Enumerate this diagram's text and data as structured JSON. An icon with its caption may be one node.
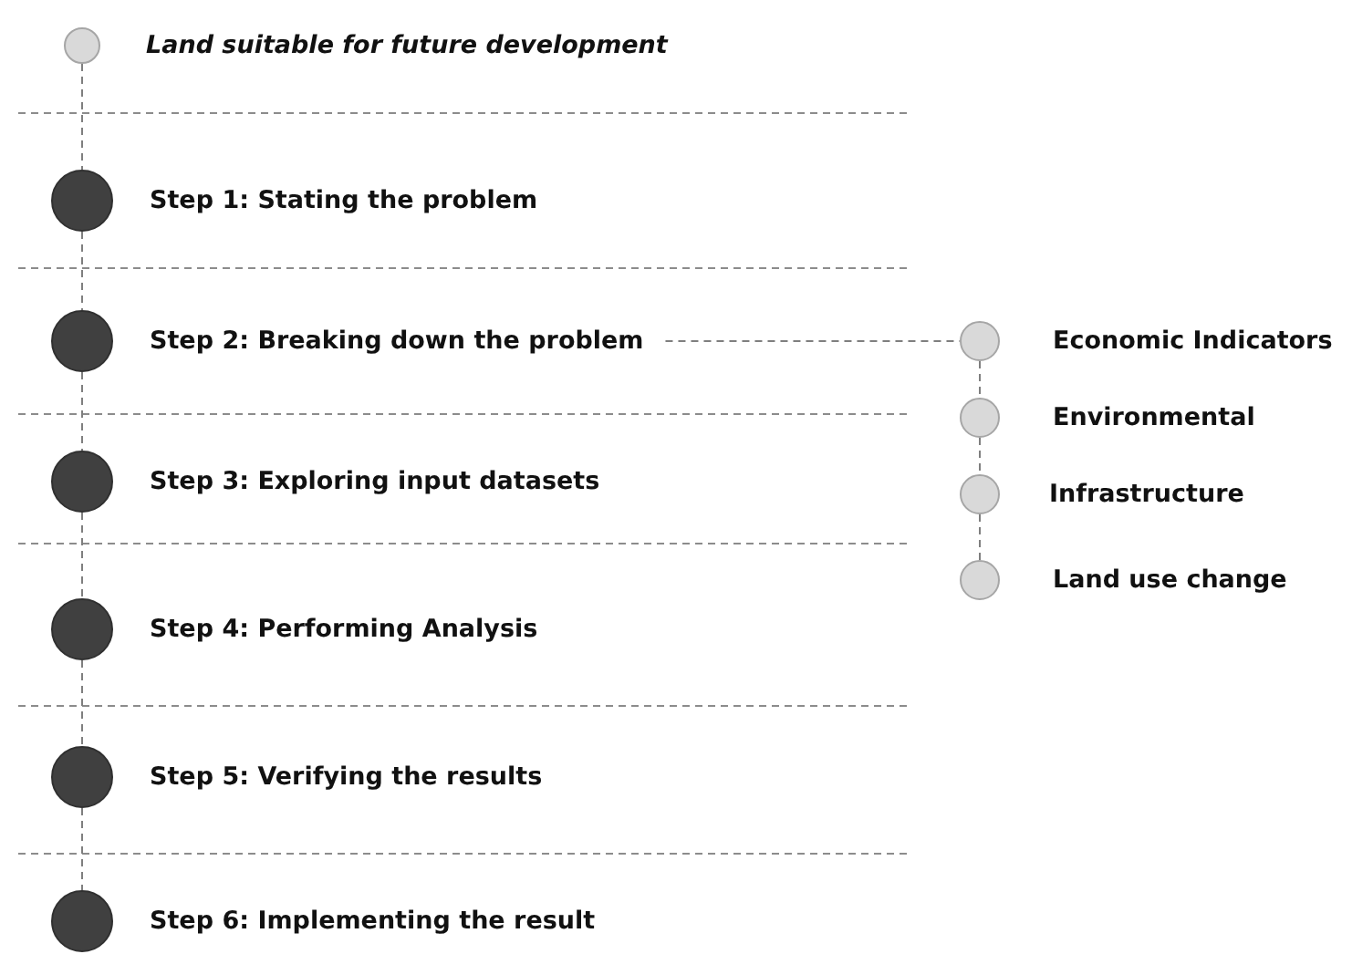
{
  "diagram": {
    "nodes": [
      {
        "text": [
          "Land suitable for future development"
        ]
      },
      {
        "text": [
          "Step 1: Stating the problem"
        ]
      },
      {
        "text": [
          "Step 2: Breaking down the problem"
        ]
      },
      {
        "text": [
          "Step 3: Exploring input datasets"
        ]
      },
      {
        "text": [
          "Step 4: Performing Analysis"
        ]
      },
      {
        "text": [
          "Step 5: Verifying the results"
        ]
      },
      {
        "text": [
          "Step 6: Implementing the result"
        ]
      },
      {
        "text": [
          "Economic Indicators"
        ]
      },
      {
        "text": [
          "Environmental"
        ]
      },
      {
        "text": [
          "Infrastructure"
        ]
      },
      {
        "text": [
          "Land use change"
        ]
      }
    ],
    "edges": [
      {
        "from": 0,
        "to": 1,
        "arrow": "none",
        "style": "dashed"
      },
      {
        "from": 1,
        "to": 2,
        "arrow": "none",
        "style": "dashed"
      },
      {
        "from": 2,
        "to": 3,
        "arrow": "none",
        "style": "dashed"
      },
      {
        "from": 3,
        "to": 4,
        "arrow": "none",
        "style": "dashed"
      },
      {
        "from": 4,
        "to": 5,
        "arrow": "none",
        "style": "dashed"
      },
      {
        "from": 5,
        "to": 6,
        "arrow": "none",
        "style": "dashed"
      },
      {
        "from": 2,
        "to": 7,
        "arrow": "none",
        "style": "dashed"
      },
      {
        "from": 7,
        "to": 8,
        "arrow": "none",
        "style": "dashed"
      },
      {
        "from": 8,
        "to": 9,
        "arrow": "none",
        "style": "dashed"
      },
      {
        "from": 9,
        "to": 10,
        "arrow": "none",
        "style": "dashed"
      }
    ]
  }
}
